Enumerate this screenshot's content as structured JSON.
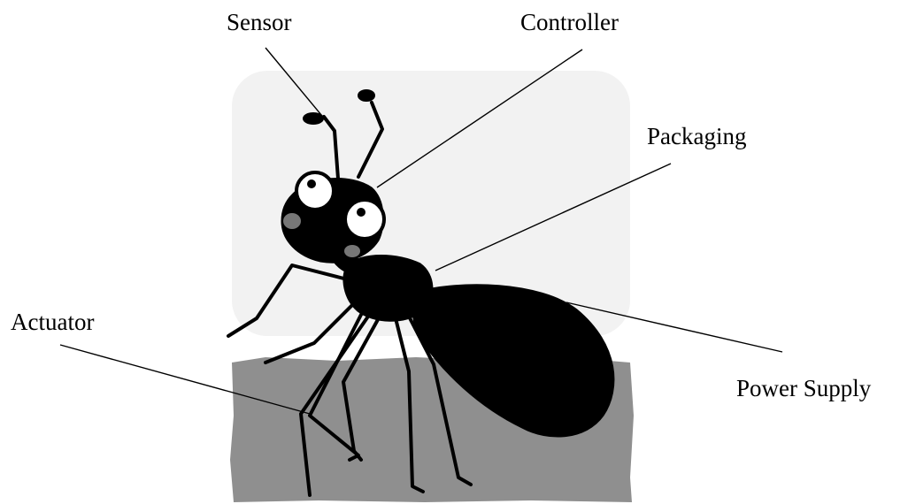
{
  "labels": {
    "sensor": "Sensor",
    "controller": "Controller",
    "packaging": "Packaging",
    "actuator": "Actuator",
    "power_supply": "Power Supply"
  },
  "colors": {
    "ground": "#8f8f8f",
    "background_halo": "#f0f0f0",
    "ant_body": "#000000",
    "cheek": "#777777",
    "eye": "#ffffff"
  }
}
